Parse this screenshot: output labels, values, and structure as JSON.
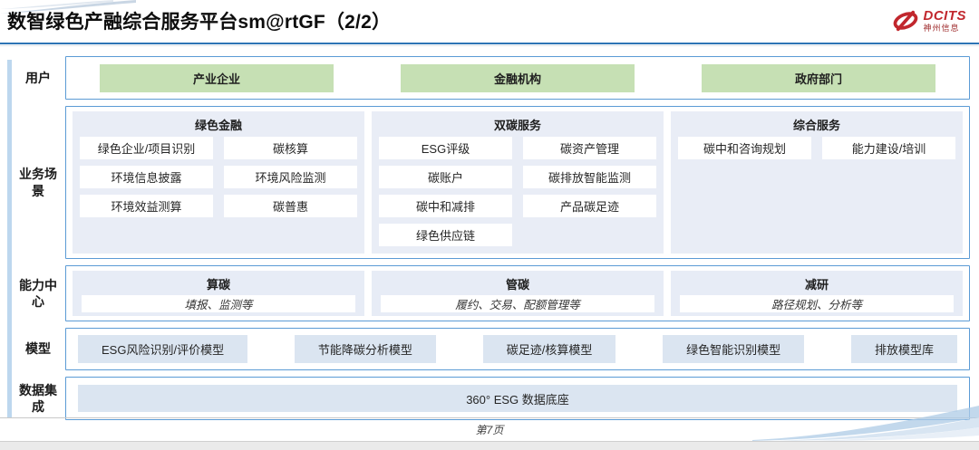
{
  "header": {
    "title": "数智绿色产融综合服务平台sm@rtGF（2/2）",
    "logo": {
      "brand": "DCITS",
      "subtitle": "神州信息"
    }
  },
  "rows": {
    "users": {
      "label": "用户",
      "items": [
        "产业企业",
        "金融机构",
        "政府部门"
      ]
    },
    "scenarios": {
      "label": "业务场景",
      "columns": [
        {
          "title": "绿色金融",
          "items": [
            "绿色企业/项目识别",
            "碳核算",
            "环境信息披露",
            "环境风险监测",
            "环境效益测算",
            "碳普惠"
          ]
        },
        {
          "title": "双碳服务",
          "items": [
            "ESG评级",
            "碳资产管理",
            "碳账户",
            "碳排放智能监测",
            "碳中和减排",
            "产品碳足迹",
            "绿色供应链"
          ]
        },
        {
          "title": "综合服务",
          "items": [
            "碳中和咨询规划",
            "能力建设/培训"
          ]
        }
      ]
    },
    "capabilities": {
      "label": "能力中心",
      "items": [
        {
          "title": "算碳",
          "desc": "填报、监测等"
        },
        {
          "title": "管碳",
          "desc": "履约、交易、配额管理等"
        },
        {
          "title": "减研",
          "desc": "路径规划、分析等"
        }
      ]
    },
    "models": {
      "label": "模型",
      "items": [
        "ESG风险识别/评价模型",
        "节能降碳分析模型",
        "碳足迹/核算模型",
        "绿色智能识别模型",
        "排放模型库"
      ]
    },
    "data_integration": {
      "label": "数据集成",
      "items": [
        "360° ESG 数据底座"
      ]
    }
  },
  "footer": {
    "page": "第7页"
  },
  "colors": {
    "accent_blue": "#5b9bd5",
    "title_rule_blue": "#2e74b5",
    "light_blue_fill": "#dbe5f1",
    "panel_fill": "#e9edf6",
    "green_fill": "#c6e0b4",
    "brand_red": "#c1272d"
  }
}
